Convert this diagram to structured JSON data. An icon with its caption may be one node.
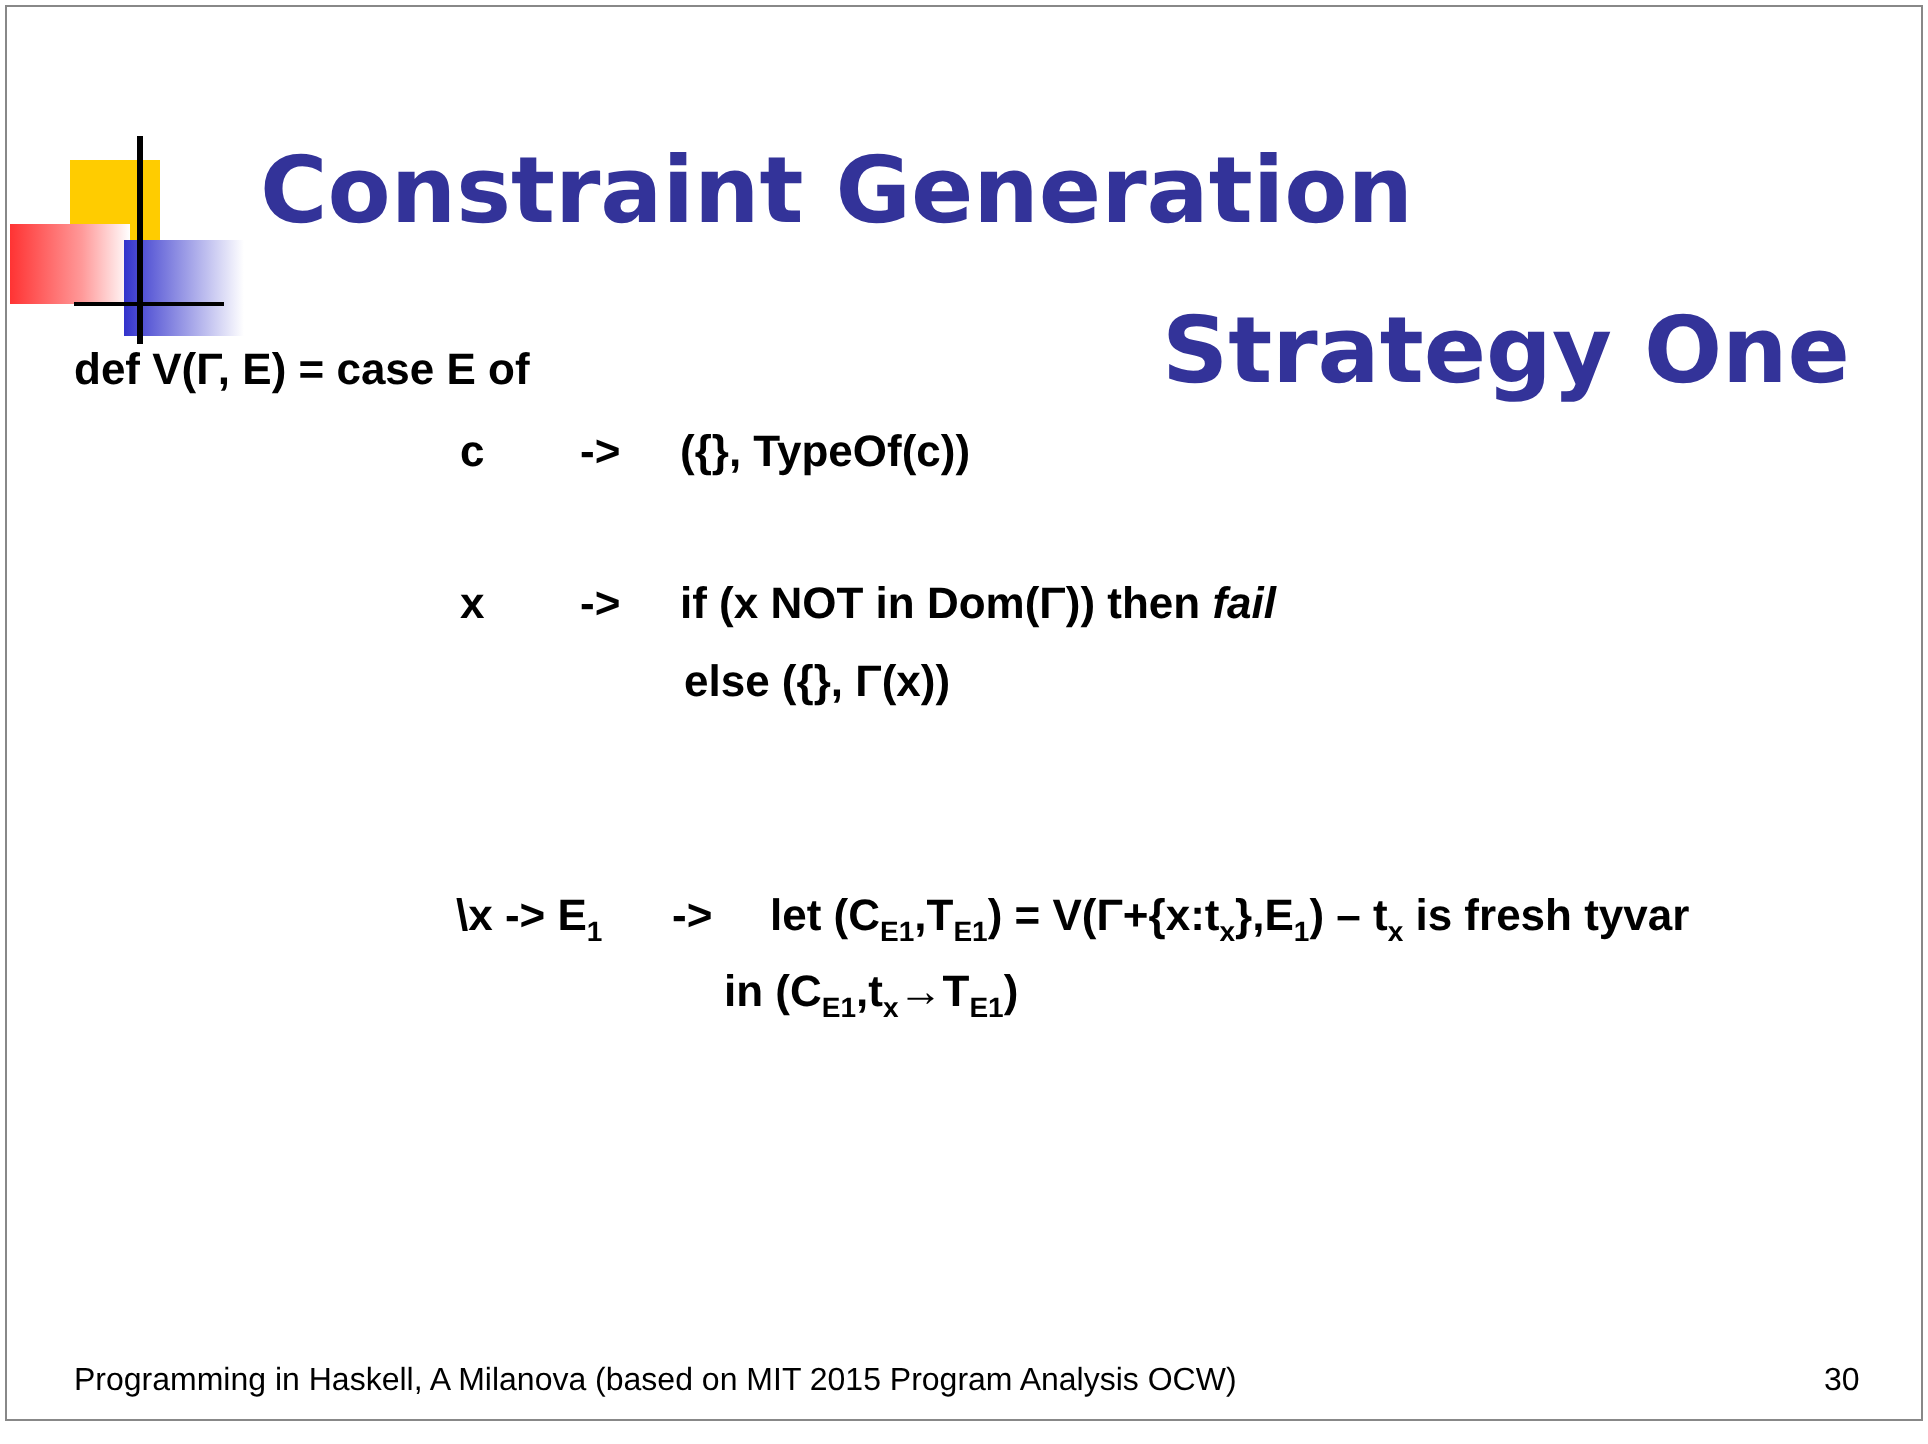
{
  "diagram": {
    "title": "Constraint Generation Strategy One",
    "labels": [
      "def V(Γ, E) = case E of",
      "c",
      "->",
      "({}, TypeOf(c))",
      "x",
      "->",
      "if (x NOT in Dom(Γ)) then *fail*",
      "else ({}, Γ(x))",
      "\\x -> E$_{1}$",
      "->",
      "let (C$_{E1}$,T$_{E1}$) = V(Γ+{x:t$_{x}$},E$_{1}$) – t$_{x}$ is fresh tyvar",
      "in (C$_{E1}$,t$_{x}$→T$_{E1}$)",
      "Programming in Haskell, A Milanova (based on MIT 2015 Program Analysis OCW)",
      "30"
    ]
  }
}
